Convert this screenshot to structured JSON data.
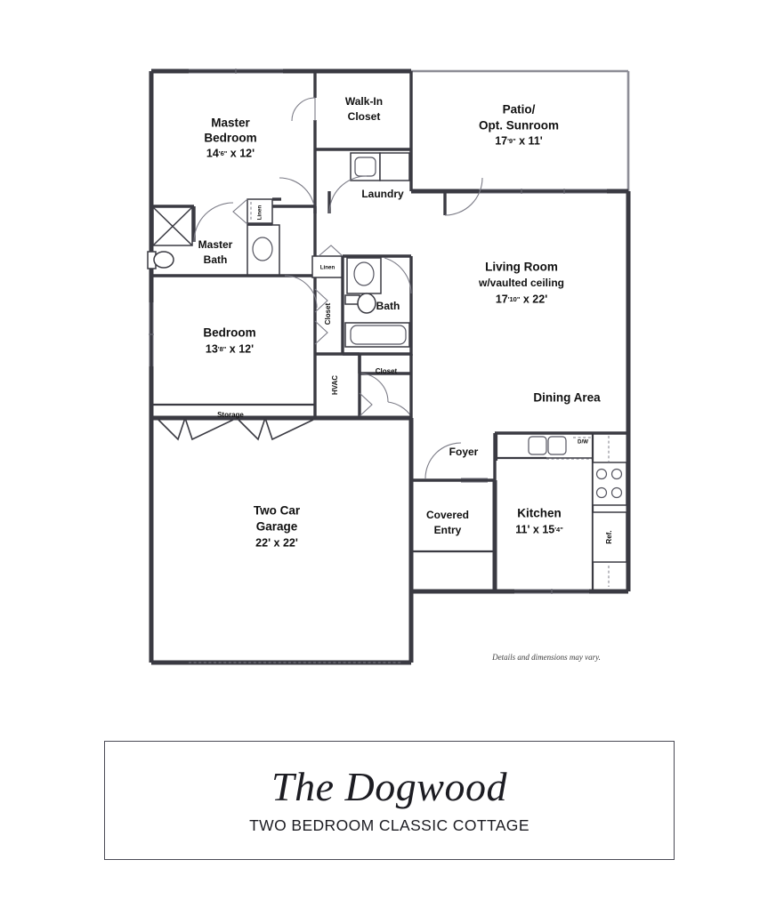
{
  "title_block": {
    "plan_name": "The Dogwood",
    "subtitle": "TWO BEDROOM CLASSIC COTTAGE"
  },
  "disclaimer": "Details and dimensions may vary.",
  "colors": {
    "wall": "#3a3a42",
    "wall_light": "#8d8d96",
    "text": "#111111",
    "title_border": "#4a4a55",
    "background": "#ffffff"
  },
  "floorplan": {
    "name": "The Dogwood",
    "type": "residential-floor-plan",
    "rooms": [
      {
        "id": "master-bedroom",
        "label_lines": [
          "Master",
          "Bedroom"
        ],
        "dimension": "14'6\" x 12'",
        "dim_feet_a": "14",
        "dim_inch_a": "6",
        "dim_feet_b": "12"
      },
      {
        "id": "walk-in-closet",
        "label_lines": [
          "Walk-In",
          "Closet"
        ],
        "dimension": ""
      },
      {
        "id": "patio-opt-sunroom",
        "label_lines": [
          "Patio/",
          "Opt. Sunroom"
        ],
        "dimension": "17'9\" x 11'",
        "dim_feet_a": "17",
        "dim_inch_a": "9",
        "dim_feet_b": "11"
      },
      {
        "id": "laundry",
        "label_lines": [
          "Laundry"
        ],
        "dimension": ""
      },
      {
        "id": "master-bath",
        "label_lines": [
          "Master",
          "Bath"
        ],
        "dimension": ""
      },
      {
        "id": "living-room",
        "label_lines": [
          "Living Room",
          "w/vaulted ceiling"
        ],
        "dimension": "17'10\" x 22'",
        "dim_feet_a": "17",
        "dim_inch_a": "10",
        "dim_feet_b": "22"
      },
      {
        "id": "bedroom",
        "label_lines": [
          "Bedroom"
        ],
        "dimension": "13'8\" x 12'",
        "dim_feet_a": "13",
        "dim_inch_a": "8",
        "dim_feet_b": "12"
      },
      {
        "id": "bath",
        "label_lines": [
          "Bath"
        ],
        "dimension": ""
      },
      {
        "id": "dining-area",
        "label_lines": [
          "Dining Area"
        ],
        "dimension": ""
      },
      {
        "id": "kitchen",
        "label_lines": [
          "Kitchen"
        ],
        "dimension": "11' x 15'4\"",
        "dim_feet_a": "11",
        "dim_feet_b": "15",
        "dim_inch_b": "4"
      },
      {
        "id": "foyer",
        "label_lines": [
          "Foyer"
        ],
        "dimension": ""
      },
      {
        "id": "covered-entry",
        "label_lines": [
          "Covered",
          "Entry"
        ],
        "dimension": ""
      },
      {
        "id": "two-car-garage",
        "label_lines": [
          "Two Car",
          "Garage"
        ],
        "dimension": "22' x 22'",
        "dim_feet_a": "22",
        "dim_feet_b": "22"
      },
      {
        "id": "storage",
        "label_lines": [
          "Storage"
        ],
        "dimension": ""
      },
      {
        "id": "hvac",
        "label_lines": [
          "HVAC"
        ],
        "dimension": ""
      }
    ],
    "small_labels": {
      "linen_master": "Linen",
      "linen_hall": "Linen",
      "closet_bedroom": "Closet",
      "closet_hall": "Closet",
      "hvac": "HVAC",
      "storage": "Storage"
    },
    "appliances": {
      "dishwasher": "D/W",
      "refrigerator": "Ref."
    },
    "labels": {
      "master_bedroom_l1": "Master",
      "master_bedroom_l2": "Bedroom",
      "walk_in_closet_l1": "Walk-In",
      "walk_in_closet_l2": "Closet",
      "patio_l1": "Patio/",
      "patio_l2": "Opt. Sunroom",
      "laundry": "Laundry",
      "master_bath_l1": "Master",
      "master_bath_l2": "Bath",
      "living_room_l1": "Living Room",
      "living_room_l2": "w/vaulted ceiling",
      "bedroom": "Bedroom",
      "bath": "Bath",
      "dining_area": "Dining Area",
      "kitchen": "Kitchen",
      "foyer": "Foyer",
      "covered_entry_l1": "Covered",
      "covered_entry_l2": "Entry",
      "garage_l1": "Two Car",
      "garage_l2": "Garage"
    }
  }
}
